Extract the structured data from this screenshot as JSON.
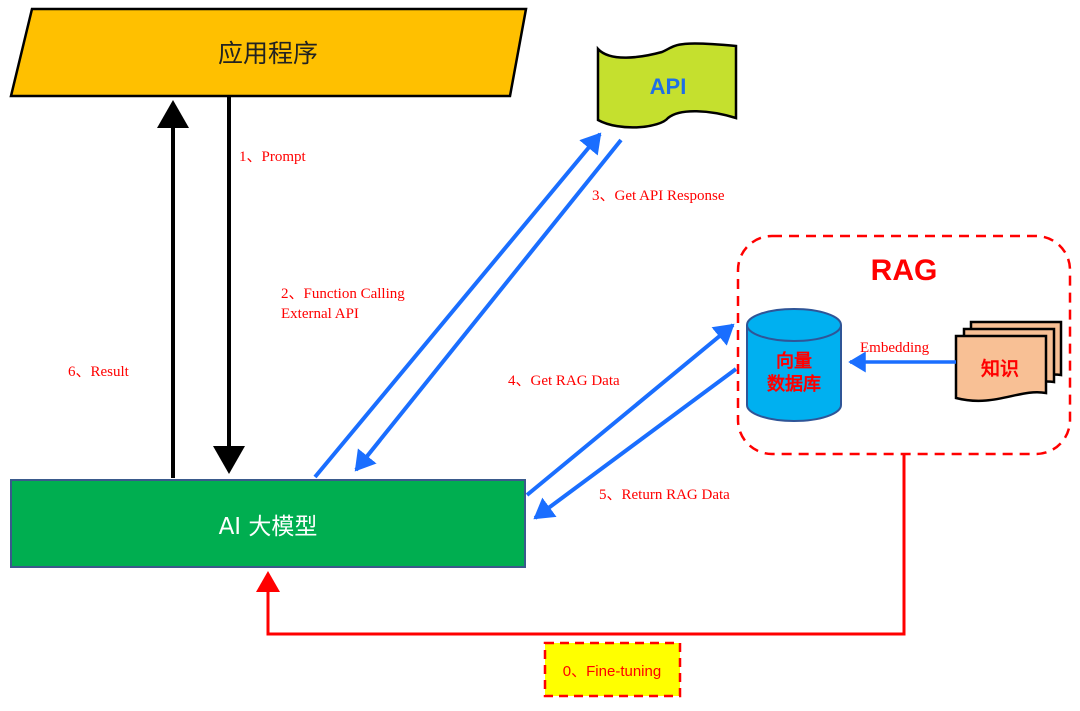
{
  "title": "AI 大模型 应用架构：Prompt / Function Calling / RAG / Fine-tuning",
  "nodes": {
    "app": {
      "label": "应用程序",
      "color": "#FFC000"
    },
    "api": {
      "label": "API",
      "color": "#C5E02E",
      "text_color": "#1F6FE5"
    },
    "llm": {
      "label": "AI 大模型",
      "color": "#00AE50"
    },
    "rag": {
      "label": "RAG",
      "color": "#FF0000"
    },
    "vector_db": {
      "label_line1": "向量",
      "label_line2": "数据库",
      "color": "#00B0F0",
      "text_color": "#FF0000"
    },
    "knowledge": {
      "label": "知识",
      "color": "#F8C095",
      "text_color": "#FF0000"
    },
    "fine_tuning": {
      "label": "0、Fine-tuning",
      "color": "#FFFF00",
      "text_color": "#FF0000"
    }
  },
  "edges": [
    {
      "id": "prompt",
      "label": "1、Prompt",
      "from": "app",
      "to": "llm",
      "color": "#000000"
    },
    {
      "id": "function-calling",
      "label_line1": "2、Function Calling",
      "label_line2": "External API",
      "from": "llm",
      "to": "api",
      "color": "#1A6EFF"
    },
    {
      "id": "api-response",
      "label": "3、Get API Response",
      "from": "api",
      "to": "llm",
      "color": "#1A6EFF"
    },
    {
      "id": "get-rag",
      "label": "4、Get RAG Data",
      "from": "llm",
      "to": "rag",
      "color": "#1A6EFF"
    },
    {
      "id": "return-rag",
      "label": "5、Return RAG Data",
      "from": "rag",
      "to": "llm",
      "color": "#1A6EFF"
    },
    {
      "id": "result",
      "label": "6、Result",
      "from": "llm",
      "to": "app",
      "color": "#000000"
    },
    {
      "id": "embedding",
      "label": "Embedding",
      "from": "knowledge",
      "to": "vector_db",
      "color": "#1A6EFF"
    },
    {
      "id": "fine-tune",
      "label": "",
      "from": "rag",
      "to": "llm",
      "color": "#FF0000"
    }
  ],
  "label_color": "#FF0000"
}
